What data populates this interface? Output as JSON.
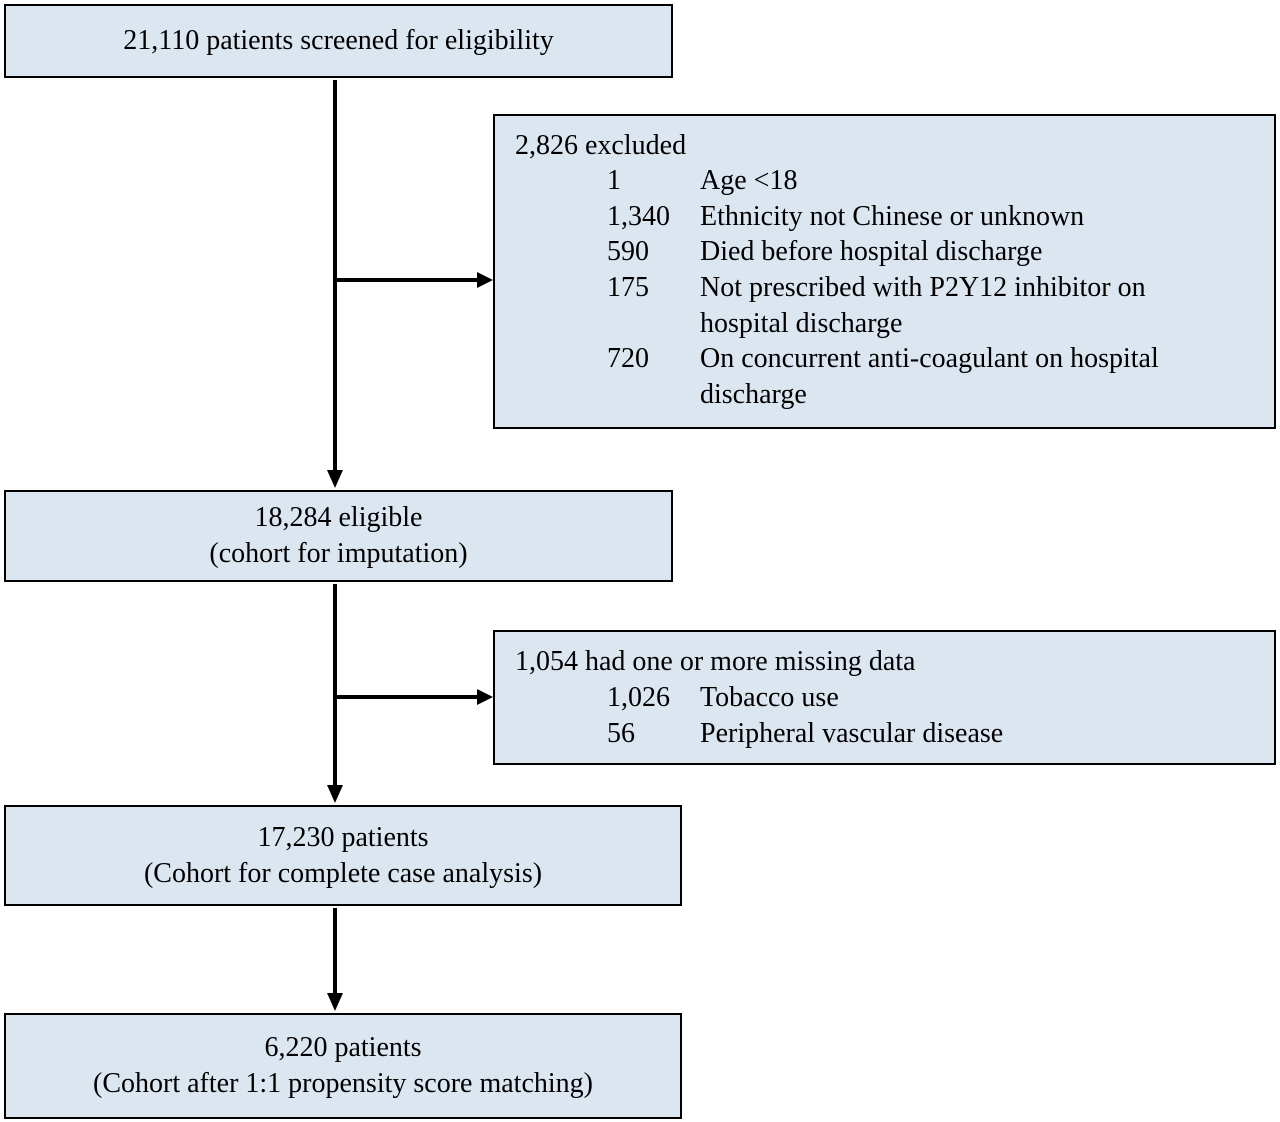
{
  "boxes": {
    "screened": {
      "line1": "21,110 patients screened for eligibility"
    },
    "excluded": {
      "header": "2,826 excluded",
      "items": [
        {
          "count": "1",
          "reason": "Age <18"
        },
        {
          "count": "1,340",
          "reason": "Ethnicity not Chinese or unknown"
        },
        {
          "count": "590",
          "reason": "Died before hospital discharge"
        },
        {
          "count": "175",
          "reason": "Not prescribed with P2Y12 inhibitor on hospital discharge"
        },
        {
          "count": "720",
          "reason": "On concurrent anti-coagulant on hospital discharge"
        }
      ]
    },
    "eligible": {
      "line1": "18,284 eligible",
      "line2": "(cohort for imputation)"
    },
    "missing": {
      "header": "1,054 had one or more missing data",
      "items": [
        {
          "count": "1,026",
          "reason": "Tobacco use"
        },
        {
          "count": "56",
          "reason": "Peripheral vascular disease"
        }
      ]
    },
    "complete": {
      "line1": "17,230 patients",
      "line2": "(Cohort for complete case analysis)"
    },
    "matched": {
      "line1": "6,220 patients",
      "line2": "(Cohort after 1:1 propensity score matching)"
    }
  }
}
